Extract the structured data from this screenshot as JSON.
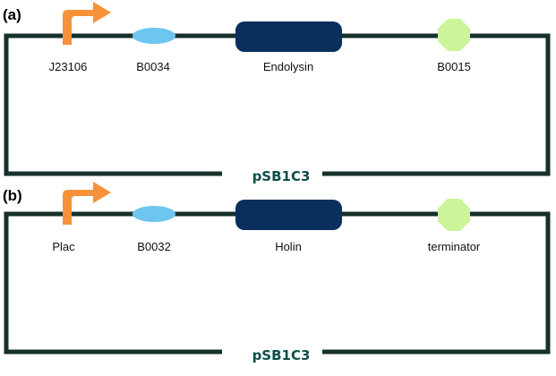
{
  "colors": {
    "wire": "#16302c",
    "promoter": "#f7923a",
    "rbs": "#6ec6f0",
    "cds": "#0b2f5c",
    "terminator": "#ccf59a",
    "backbone_text": "#0d4f4a"
  },
  "panels": [
    {
      "letter": "(a)",
      "backbone": "pSB1C3",
      "parts": {
        "promoter": "J23106",
        "rbs": "B0034",
        "cds": "Endolysin",
        "terminator": "B0015"
      }
    },
    {
      "letter": "(b)",
      "backbone": "pSB1C3",
      "parts": {
        "promoter": "Plac",
        "rbs": "B0032",
        "cds": "Holin",
        "terminator": "terminator"
      }
    }
  ]
}
